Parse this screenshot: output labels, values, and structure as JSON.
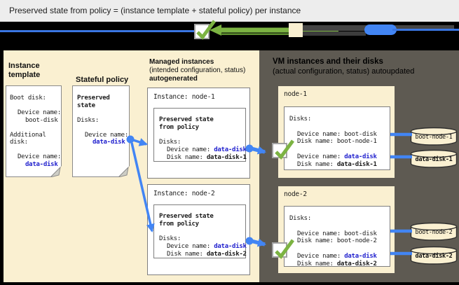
{
  "title": "Preserved state from policy = (instance template + stateful policy) per instance",
  "instance_template": {
    "label1": "Instance",
    "label2": "template",
    "doc": {
      "boot_disk_label": "Boot disk:",
      "device_name_label_1": "Device name:",
      "boot_disk_value": "boot-disk",
      "additional_1": "Additional",
      "additional_2": "disk:",
      "device_name_label_2": "Device name:",
      "data_disk_value": "data-disk"
    }
  },
  "stateful_policy": {
    "label": "Stateful policy",
    "doc": {
      "preserved_1": "Preserved",
      "preserved_2": "state",
      "disks_label": "Disks:",
      "device_name_label": "Device name:",
      "data_disk_value": "data-disk"
    }
  },
  "managed": {
    "heading_1": "Managed instances",
    "heading_2": "(intended configuration, status)",
    "heading_3": "autogenerated",
    "instances": [
      {
        "title": "Instance: node-1",
        "preserved_1": "Preserved state",
        "preserved_2": "from policy",
        "disks_label": "Disks:",
        "device_label": "Device name: ",
        "device_value": "data-disk",
        "disk_label": "Disk name: ",
        "disk_value": "data-disk-1"
      },
      {
        "title": "Instance: node-2",
        "preserved_1": "Preserved state",
        "preserved_2": "from policy",
        "disks_label": "Disks:",
        "device_label": "Device name: ",
        "device_value": "data-disk",
        "disk_label": "Disk name: ",
        "disk_value": "data-disk-2"
      }
    ]
  },
  "vm": {
    "heading_1": "VM instances and their disks",
    "heading_2": "(actual configuration, status) autoupdated",
    "nodes": [
      {
        "name": "node-1",
        "disks_label": "Disks:",
        "boot_device_label": "Device name: ",
        "boot_device_value": "boot-disk",
        "boot_disk_label": "Disk name: ",
        "boot_disk_value": "boot-node-1",
        "data_device_label": "Device name: ",
        "data_device_value": "data-disk",
        "data_disk_label": "Disk name: ",
        "data_disk_value": "data-disk-1",
        "cylinder_boot": "boot-node-1",
        "cylinder_data": "data-disk-1"
      },
      {
        "name": "node-2",
        "disks_label": "Disks:",
        "boot_device_label": "Device name: ",
        "boot_device_value": "boot-disk",
        "boot_disk_label": "Disk name: ",
        "boot_disk_value": "boot-node-2",
        "data_device_label": "Device name: ",
        "data_device_value": "data-disk",
        "data_disk_label": "Disk name: ",
        "data_disk_value": "data-disk-2",
        "cylinder_boot": "boot-node-2",
        "cylinder_data": "data-disk-2"
      }
    ]
  },
  "colors": {
    "cream": "#FAF0D1",
    "dark_panel": "#5E5A52",
    "titlebar": "#EDEDED",
    "blue_connector": "#4285F4",
    "blue_text": "#2121CE",
    "green_check": "#7CB342",
    "background": "#000000"
  }
}
